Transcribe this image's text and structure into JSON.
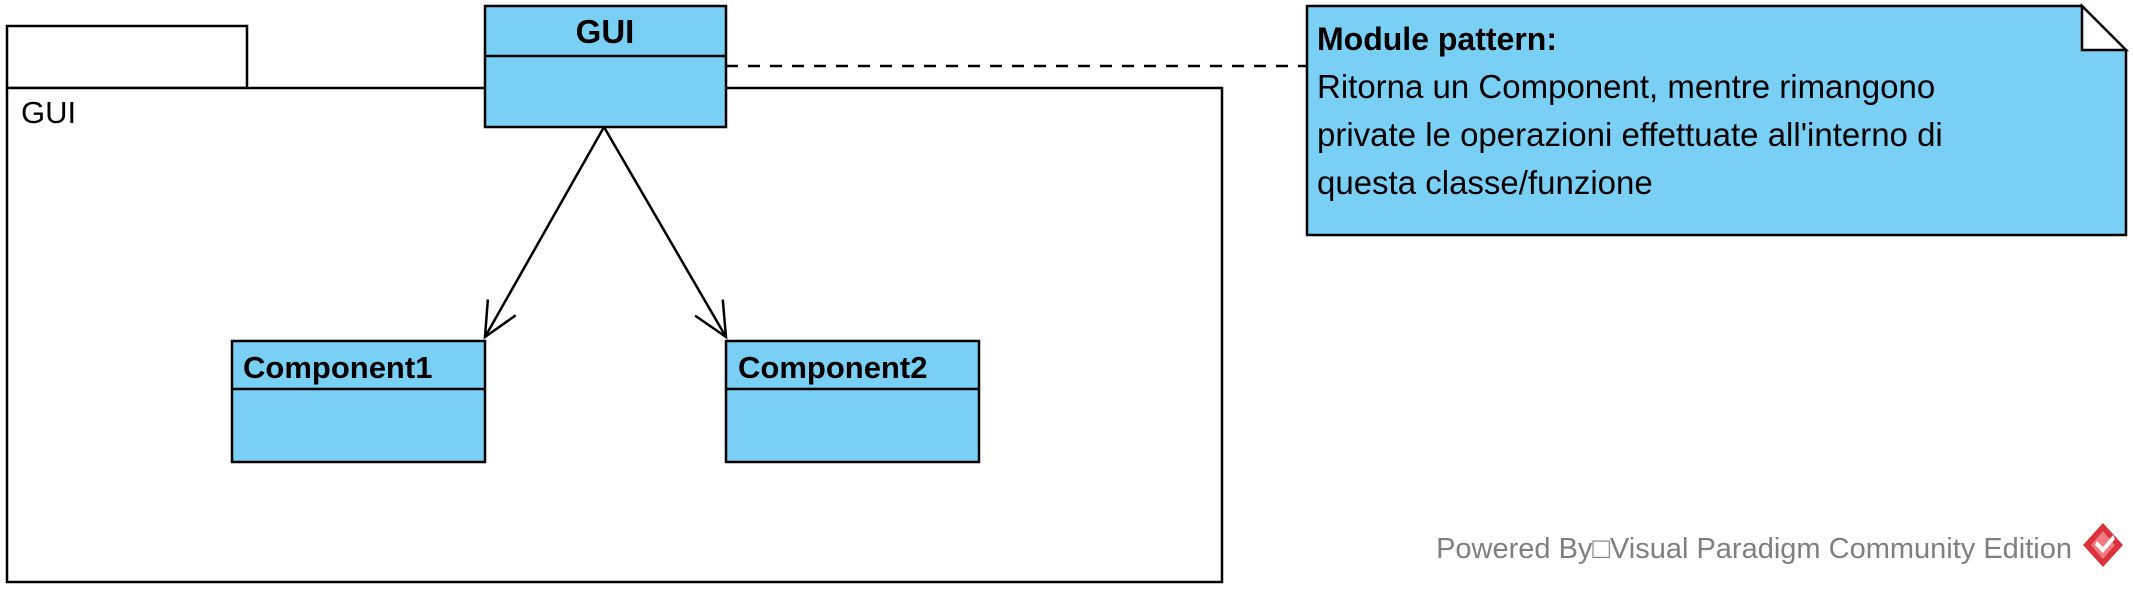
{
  "diagram": {
    "package": {
      "name": "GUI"
    },
    "classes": {
      "gui": {
        "name": "GUI"
      },
      "component1": {
        "name": "Component1"
      },
      "component2": {
        "name": "Component2"
      }
    },
    "note": {
      "title": "Module pattern:",
      "lines": [
        "Ritorna un Component, mentre rimangono",
        "private le operazioni effettuate all'interno di",
        "questa classe/funzione"
      ]
    },
    "watermark": {
      "text": "Powered By□Visual Paradigm Community Edition"
    },
    "colors": {
      "class_fill": "#7ACFF5",
      "note_fill": "#7ACFF5",
      "stroke": "#000000",
      "watermark_text": "#7f7f7f",
      "logo_red": "#D9323C"
    }
  }
}
